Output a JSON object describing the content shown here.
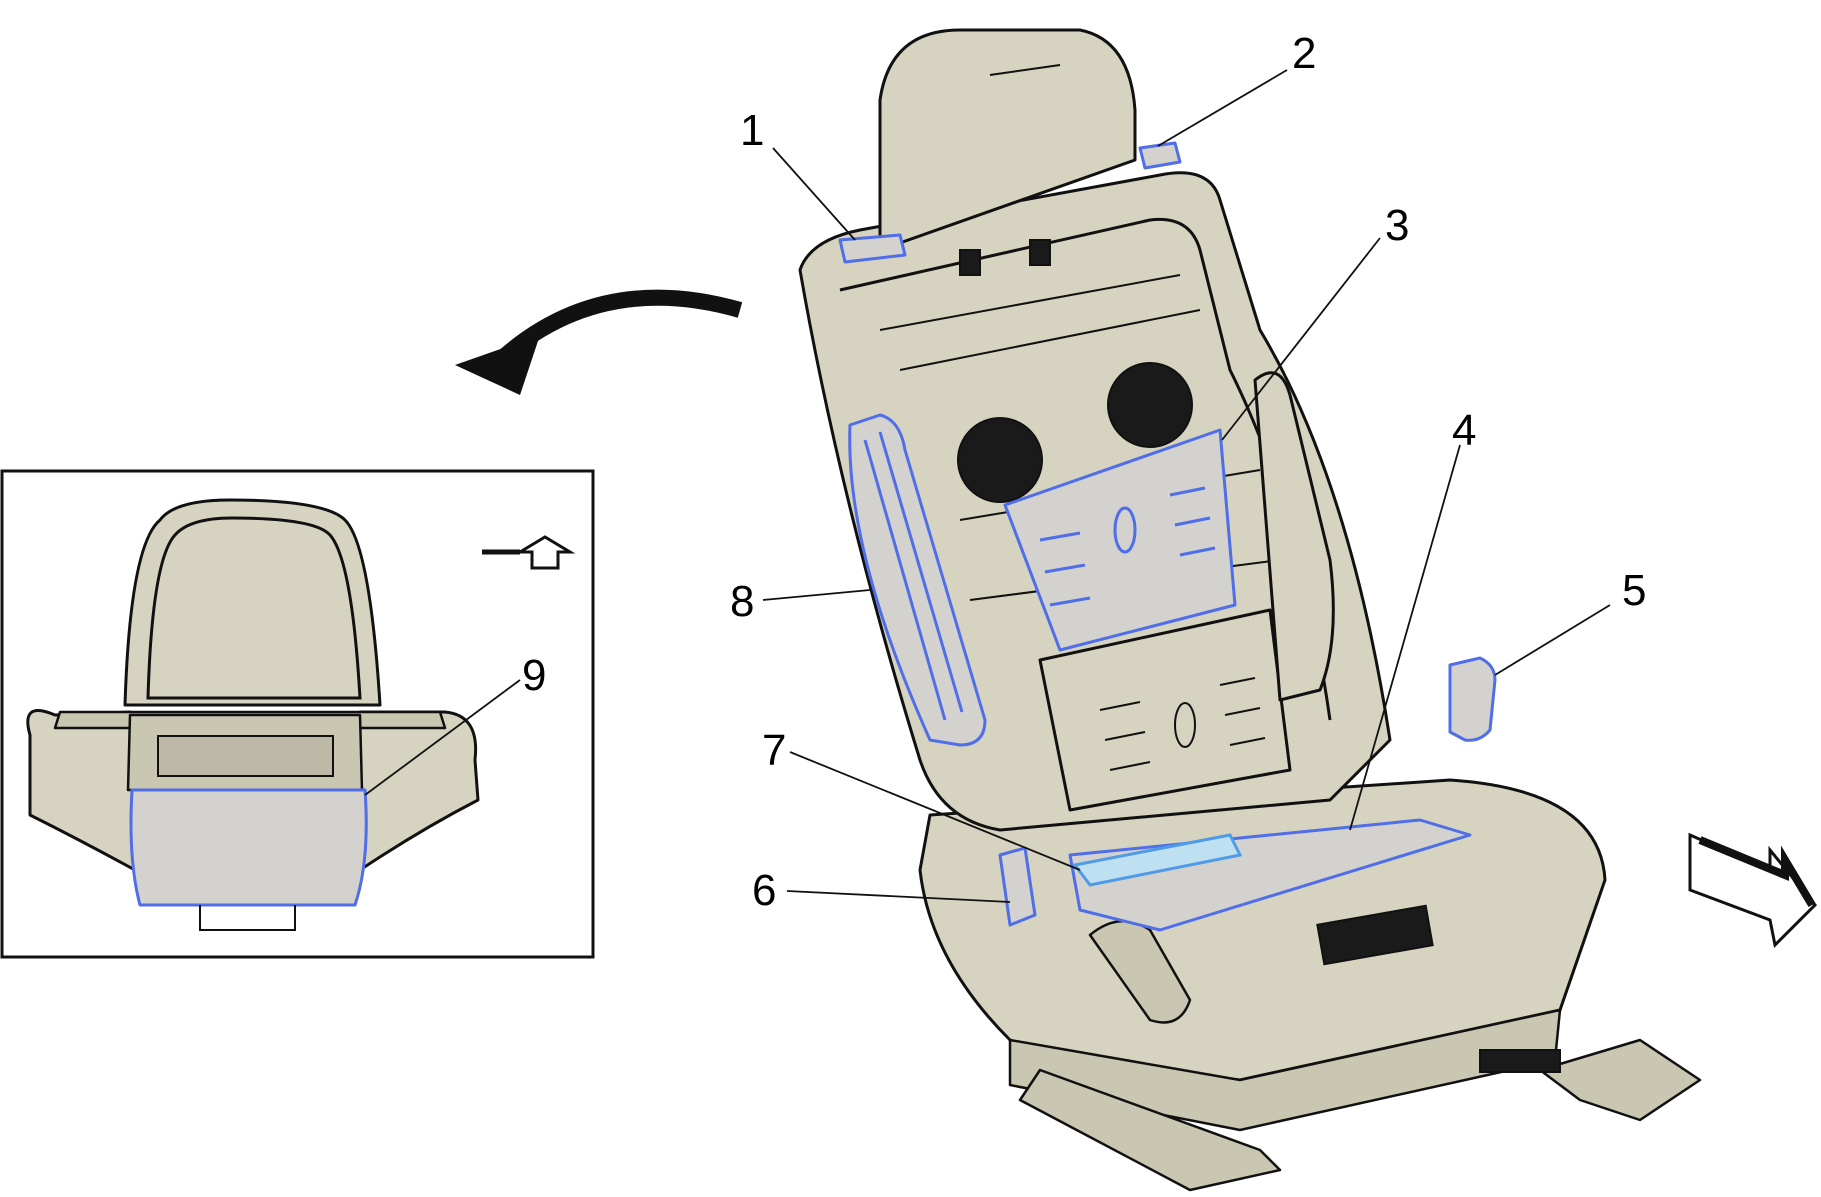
{
  "callouts": [
    {
      "id": "1",
      "label": "1"
    },
    {
      "id": "2",
      "label": "2"
    },
    {
      "id": "3",
      "label": "3"
    },
    {
      "id": "4",
      "label": "4"
    },
    {
      "id": "5",
      "label": "5"
    },
    {
      "id": "6",
      "label": "6"
    },
    {
      "id": "7",
      "label": "7"
    },
    {
      "id": "8",
      "label": "8"
    },
    {
      "id": "9",
      "label": "9"
    }
  ],
  "colors": {
    "seat": "#d6d3c0",
    "highlight": "#4f6ee8",
    "line": "#111111"
  }
}
